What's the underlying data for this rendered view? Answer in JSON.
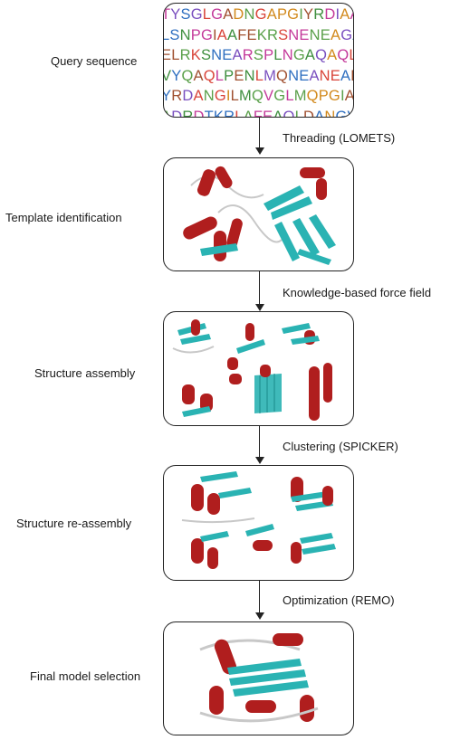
{
  "stages": [
    {
      "label": "Query sequence"
    },
    {
      "label": "Template identification"
    },
    {
      "label": "Structure assembly"
    },
    {
      "label": "Structure re-assembly"
    },
    {
      "label": "Final model selection"
    }
  ],
  "steps": [
    {
      "label": "Threading (LOMETS)"
    },
    {
      "label": "Knowledge-based force field"
    },
    {
      "label": "Clustering (SPICKER)"
    },
    {
      "label": "Optimization (REMO)"
    }
  ],
  "sequence_lines": [
    "TYSGLGADNGAPGIYRDIAA",
    "LSNPGIAAFEKRSNENEAGAP",
    "ELRKSNEARSPLNGAQAQLQA",
    "VYQAQLPENLMQNEANEARSE",
    "YRDANGILMQVGLMQPGIAKS",
    "ADRDTKRLAFEAQLDANGVG"
  ],
  "colors": {
    "helix": "#b01e1e",
    "sheet": "#2ab3b3",
    "coil": "#c8c8c8",
    "residue_palette": [
      "#d9453a",
      "#3f8f3f",
      "#7a4fbf",
      "#d28a1e",
      "#c43a9a",
      "#2f6fc0",
      "#5aa04a",
      "#a05030"
    ]
  }
}
